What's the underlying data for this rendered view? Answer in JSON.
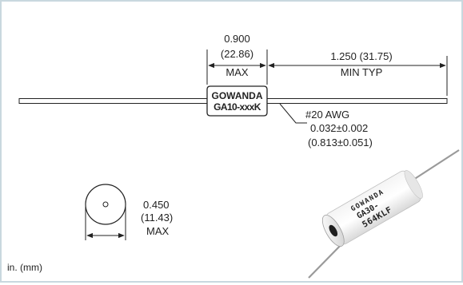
{
  "part": {
    "brand": "GOWANDA",
    "model": "GA10-xxxK"
  },
  "dimensions": {
    "body_length": {
      "in": "0.900",
      "mm": "(22.86)",
      "qualifier": "MAX"
    },
    "lead_length": {
      "text": "1.250 (31.75)",
      "qualifier": "MIN TYP"
    },
    "lead_wire": {
      "gauge": "#20 AWG",
      "in": "0.032±0.002",
      "mm": "(0.813±0.051)"
    },
    "diameter": {
      "in": "0.450",
      "mm": "(11.43)",
      "qualifier": "MAX"
    }
  },
  "units_note": "in. (mm)",
  "photo": {
    "marking_line1": "GOWANDA",
    "marking_line2": "GA30-",
    "marking_line3": "564KLF"
  },
  "colors": {
    "line": "#222222",
    "frame": "#c9d8df"
  }
}
